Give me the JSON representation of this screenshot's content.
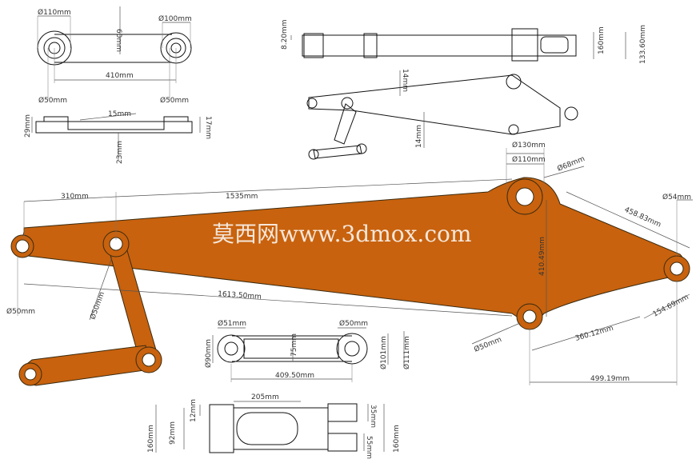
{
  "watermark": "莫西网www.3dmox.com",
  "views": {
    "top_link": {
      "d_left": "Ø110mm",
      "d_right": "Ø100mm",
      "height": "60mm",
      "span": "410mm",
      "hole_left": "Ø50mm",
      "hole_right": "Ø50mm"
    },
    "top_link_side": {
      "t1": "15mm",
      "left": "29mm",
      "right": "17mm",
      "bottom": "23mm"
    },
    "boom_top": {
      "left": "8.20mm",
      "right_a": "160mm",
      "right_b": "133.60mm"
    },
    "boom_iso": {
      "a": "14mm",
      "b": "14mm"
    },
    "main": {
      "d130": "Ø130mm",
      "d110": "Ø110mm",
      "d68": "Ø68mm",
      "d54": "Ø54mm",
      "l310": "310mm",
      "l1535": "1535mm",
      "l458": "458.83mm",
      "l1613": "1613.50mm",
      "d50a": "Ø50mm",
      "d50b": "Ø50mm",
      "d50c": "Ø50mm",
      "h_mid": "410.49mm",
      "l360": "360.12mm",
      "l154": "154.69mm",
      "l499": "499.19mm"
    },
    "link_mid": {
      "d51": "Ø51mm",
      "d50": "Ø50mm",
      "d90": "Ø90mm",
      "h75": "75mm",
      "d101": "Ø101mm",
      "d111": "Ø111mm",
      "span": "409.50mm"
    },
    "bottom": {
      "w205": "205mm",
      "h160l": "160mm",
      "h92": "92mm",
      "h12": "12mm",
      "h35": "35mm",
      "h160r": "160mm",
      "h55": "55mm"
    }
  }
}
